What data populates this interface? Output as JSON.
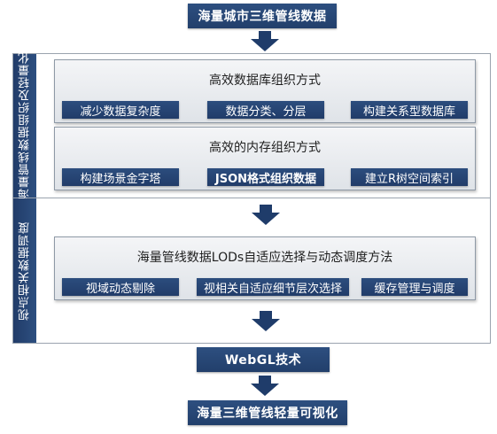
{
  "top_box": "海量城市三维管线数据",
  "section1": {
    "side_label": "海量管线数据组织及轻量化",
    "panel_a": {
      "title": "高效数据库组织方式",
      "items": [
        "减少数据复杂度",
        "数据分类、分层",
        "构建关系型数据库"
      ]
    },
    "panel_b": {
      "title": "高效的内存组织方式",
      "items": [
        "构建场景金字塔",
        "JSON格式组织数据",
        "建立R树空间索引"
      ]
    }
  },
  "section2": {
    "side_label": "视点相关数据调度",
    "panel": {
      "title": "海量管线数据LODs自适应选择与动态调度方法",
      "items": [
        "视域动态剔除",
        "视相关自适应细节层次选择",
        "缓存管理与调度"
      ]
    }
  },
  "webgl_box": "WebGL技术",
  "bottom_box": "海量三维管线轻量可视化",
  "colors": {
    "box_fill": "#27477a",
    "arrow": "#1f3c6a",
    "panel_fill": "#e6e9ed"
  },
  "icons": [
    "down-arrow-icon"
  ]
}
